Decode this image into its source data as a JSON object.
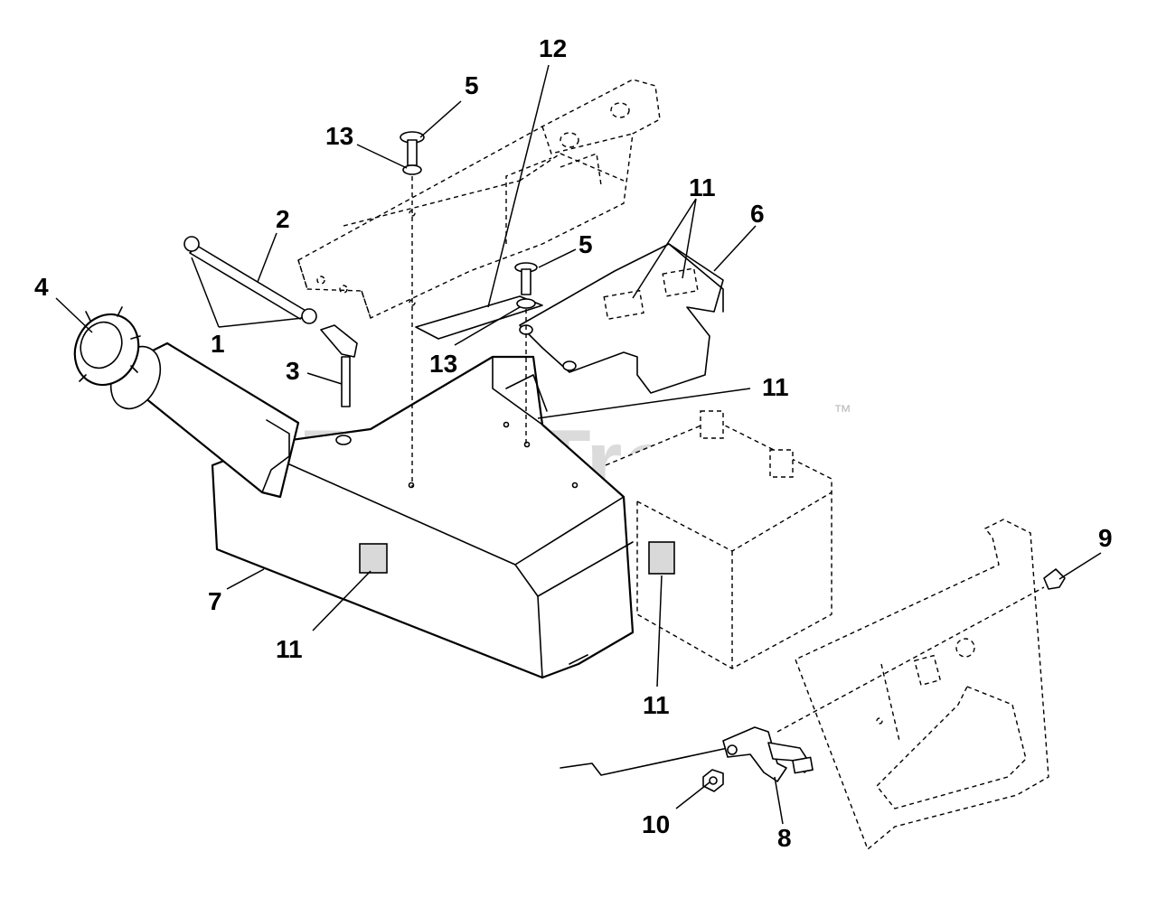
{
  "watermark": {
    "text": "PartsTree",
    "trademark": "™"
  },
  "callouts": [
    {
      "id": "c1",
      "label": "1"
    },
    {
      "id": "c2",
      "label": "2"
    },
    {
      "id": "c3",
      "label": "3"
    },
    {
      "id": "c4",
      "label": "4"
    },
    {
      "id": "c5a",
      "label": "5"
    },
    {
      "id": "c5b",
      "label": "5"
    },
    {
      "id": "c6",
      "label": "6"
    },
    {
      "id": "c7",
      "label": "7"
    },
    {
      "id": "c8",
      "label": "8"
    },
    {
      "id": "c9",
      "label": "9"
    },
    {
      "id": "c10",
      "label": "10"
    },
    {
      "id": "c11a",
      "label": "11"
    },
    {
      "id": "c11b",
      "label": "11"
    },
    {
      "id": "c11c",
      "label": "11"
    },
    {
      "id": "c11d",
      "label": "11"
    },
    {
      "id": "c12",
      "label": "12"
    },
    {
      "id": "c13a",
      "label": "13"
    },
    {
      "id": "c13b",
      "label": "13"
    }
  ]
}
